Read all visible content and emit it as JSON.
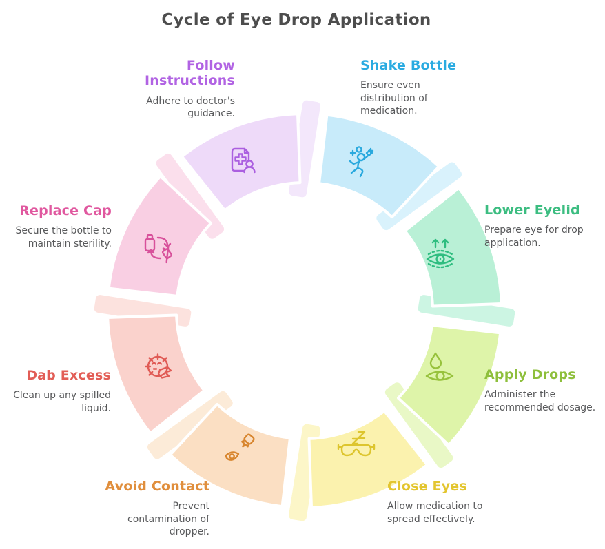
{
  "title": "Cycle of Eye Drop Application",
  "colors": {
    "title": "#4d4d4d",
    "description": "#58595b",
    "background": "#ffffff"
  },
  "diagram": {
    "type": "cycle",
    "direction": "clockwise",
    "steps": [
      {
        "id": "shake-bottle",
        "title": "Shake Bottle",
        "description": "Ensure even distribution of medication.",
        "title_color": "#2aabe1",
        "icon_color": "#29a9de",
        "segment_color": "#c8ebfa",
        "connector_color": "#d9f2fc",
        "icon": "person-shaking-sparkles",
        "start_angle": 0,
        "end_angle": 45
      },
      {
        "id": "lower-eyelid",
        "title": "Lower Eyelid",
        "description": "Prepare eye for drop application.",
        "title_color": "#3cbd81",
        "icon_color": "#2fbd80",
        "segment_color": "#b9f0d6",
        "connector_color": "#ccf5e3",
        "icon": "eye-with-up-arrows",
        "start_angle": 45,
        "end_angle": 90
      },
      {
        "id": "apply-drops",
        "title": "Apply Drops",
        "description": "Administer the recommended dosage.",
        "title_color": "#8ebf3c",
        "icon_color": "#97c23c",
        "segment_color": "#def4a9",
        "connector_color": "#e9f8c6",
        "icon": "droplet-over-eye",
        "start_angle": 90,
        "end_angle": 135
      },
      {
        "id": "close-eyes",
        "title": "Close Eyes",
        "description": "Allow medication to spread effectively.",
        "title_color": "#e3c52f",
        "icon_color": "#ddc52e",
        "segment_color": "#fbf2ae",
        "connector_color": "#fcf6c8",
        "icon": "sleep-mask-zzz",
        "start_angle": 135,
        "end_angle": 180
      },
      {
        "id": "avoid-contact",
        "title": "Avoid Contact",
        "description": "Prevent contamination of dropper.",
        "title_color": "#e08e3c",
        "icon_color": "#d8862f",
        "segment_color": "#fbdfc3",
        "connector_color": "#fcebd8",
        "icon": "dropper-bottle-over-eye",
        "start_angle": 180,
        "end_angle": 225
      },
      {
        "id": "dab-excess",
        "title": "Dab Excess",
        "description": "Clean up any spilled liquid.",
        "title_color": "#e25d56",
        "icon_color": "#e05b55",
        "segment_color": "#fad2cc",
        "connector_color": "#fce2de",
        "icon": "face-with-tissue",
        "start_angle": 225,
        "end_angle": 270
      },
      {
        "id": "replace-cap",
        "title": "Replace Cap",
        "description": "Secure the bottle to maintain sterility.",
        "title_color": "#e0589f",
        "icon_color": "#d8519b",
        "segment_color": "#f9cfe3",
        "connector_color": "#fbdfec",
        "icon": "bottle-cycle-arrows",
        "start_angle": 270,
        "end_angle": 315
      },
      {
        "id": "follow-instructions",
        "title": "Follow Instructions",
        "description": "Adhere to doctor's guidance.",
        "title_color": "#b163e3",
        "icon_color": "#ab5fe0",
        "segment_color": "#eedaf9",
        "connector_color": "#f3e7fb",
        "icon": "medical-document-person",
        "start_angle": 315,
        "end_angle": 360
      }
    ]
  }
}
